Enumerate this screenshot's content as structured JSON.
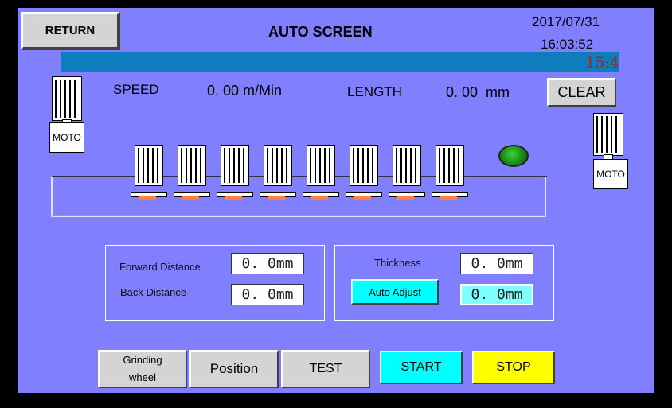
{
  "header": {
    "return_label": "RETURN",
    "title": "AUTO SCREEN",
    "date": "2017/07/31",
    "time": "16:03:52",
    "ticker_text": "15:4",
    "clear_label": "CLEAR"
  },
  "readouts": {
    "speed_label": "SPEED",
    "speed_value": "0. 00 m/Min",
    "length_label": "LENGTH",
    "length_value": "0. 00  mm"
  },
  "motors": {
    "left_label": "MOTO",
    "right_label": "MOTO"
  },
  "status_lamp_color": "#1a8a1a",
  "distance_panel": {
    "forward_label": "Forward Distance",
    "forward_value": "0. 0mm",
    "back_label": "Back Distance",
    "back_value": "0. 0mm"
  },
  "thickness_panel": {
    "thickness_label": "Thickness",
    "thickness_value": "0. 0mm",
    "auto_adjust_label": "Auto Adjust",
    "adjust_value": "0. 0mm"
  },
  "bottom_buttons": {
    "grinding_line1": "Grinding",
    "grinding_line2": "wheel",
    "position": "Position",
    "test": "TEST",
    "start": "START",
    "stop": "STOP"
  },
  "colors": {
    "screen_bg": "#8080ff",
    "ticker_bar": "#0d7dbd",
    "cyan_button": "#00ffff",
    "stop_button": "#ffff00",
    "heater_orange": "#ff8040"
  }
}
